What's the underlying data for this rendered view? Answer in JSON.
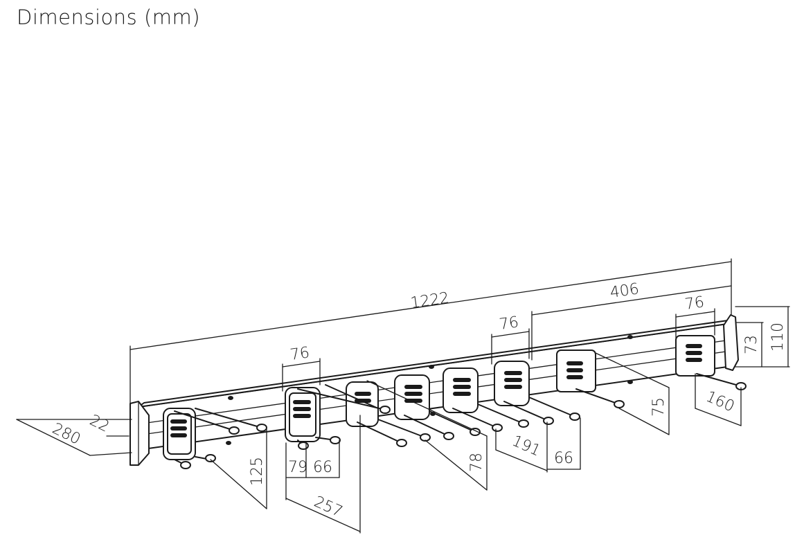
{
  "title": "Dimensions (mm)",
  "dimensions": {
    "total_length": "1222",
    "right_section": "406",
    "hook_spacing_left": "76",
    "hook_spacing_mid": "76",
    "hook_spacing_right": "76",
    "rail_height": "110",
    "bracket_height": "73",
    "depth": "280",
    "rail_depth": "22",
    "hook_drop_left": "125",
    "hook_79": "79",
    "hook_66_left": "66",
    "span_257": "257",
    "hook_78": "78",
    "span_191": "191",
    "hook_66_mid": "66",
    "hook_75": "75",
    "hook_160": "160"
  }
}
